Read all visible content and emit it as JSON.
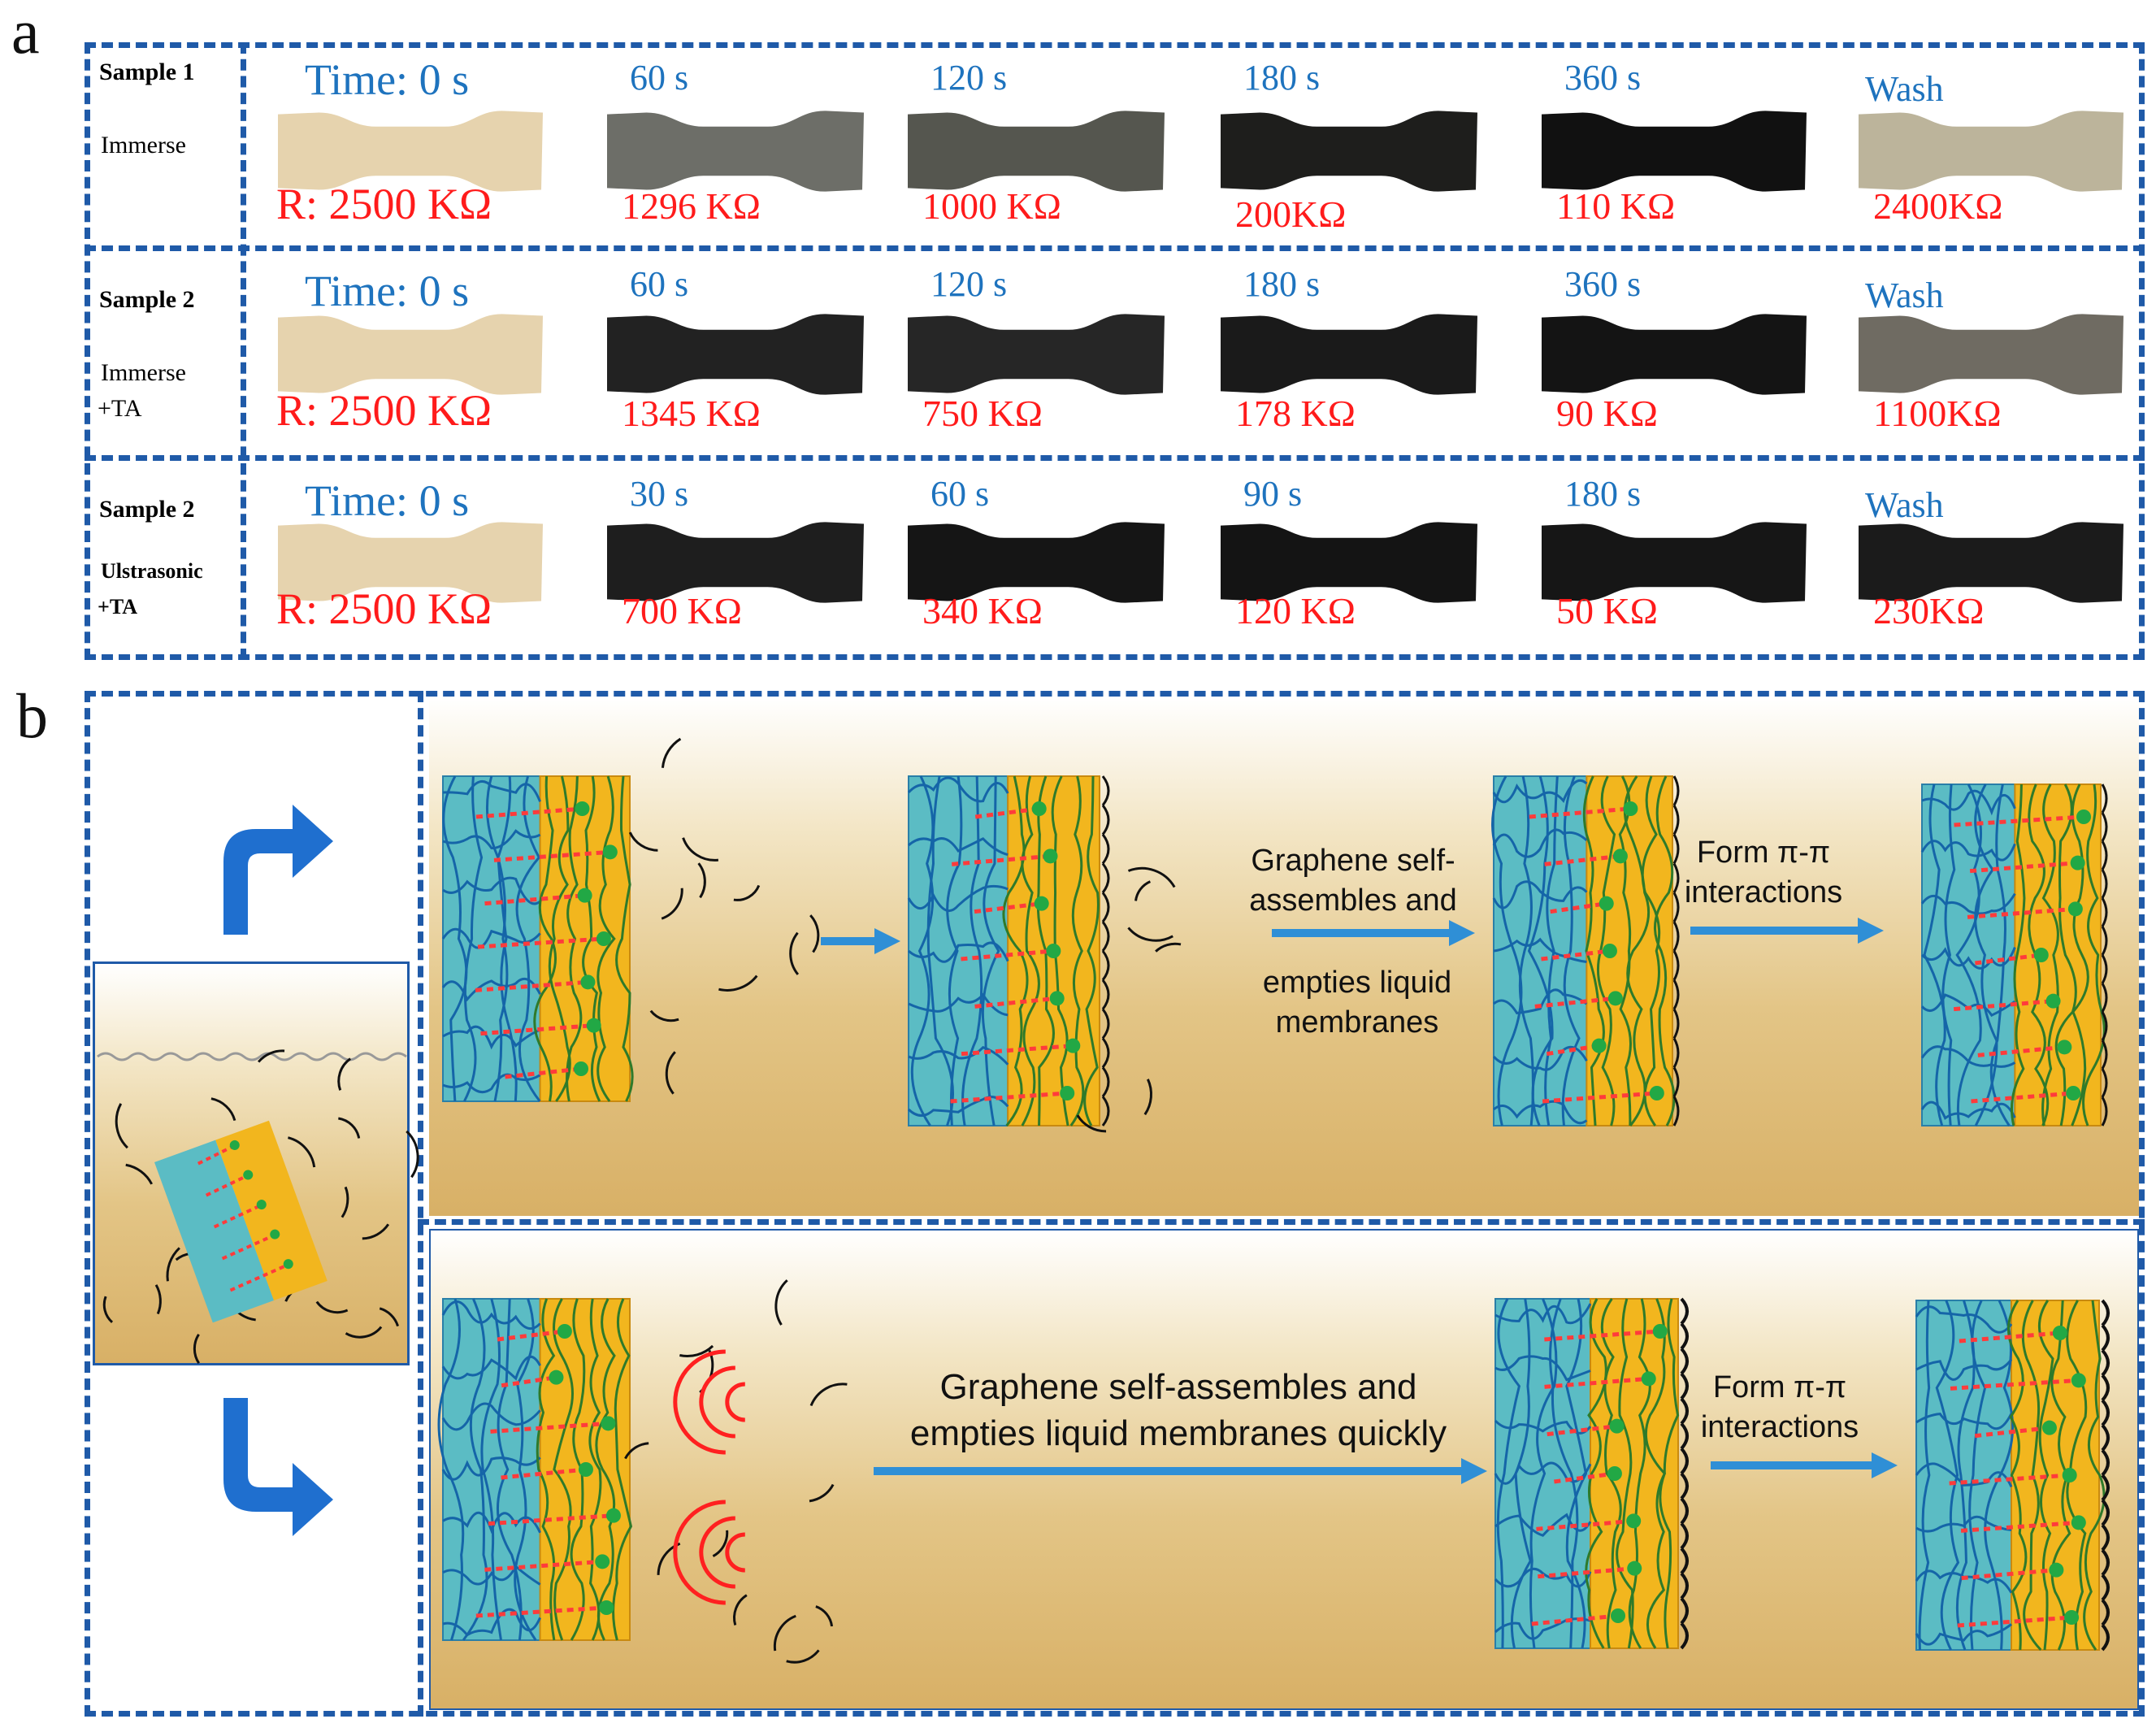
{
  "panel_a": {
    "letter": "a",
    "rows": [
      {
        "title": "Sample 1",
        "subtitle_lines": [
          "Immerse"
        ],
        "time_label": "Time:",
        "res_label": "R:",
        "samples": [
          {
            "time": "0 s",
            "r": "2500 KΩ",
            "color": "#e6d3ae"
          },
          {
            "time": "60 s",
            "r": "1296 KΩ",
            "color": "#6d6e68"
          },
          {
            "time": "120 s",
            "r": "1000 KΩ",
            "color": "#55564f"
          },
          {
            "time": "180 s",
            "r": "200KΩ",
            "color": "#1e1e1c"
          },
          {
            "time": "360 s",
            "r": "110 KΩ",
            "color": "#111111"
          },
          {
            "time": "Wash",
            "r": "2400KΩ",
            "color": "#bcb49b"
          }
        ]
      },
      {
        "title": "Sample 2",
        "subtitle_lines": [
          "Immerse",
          "+TA"
        ],
        "time_label": "Time:",
        "res_label": "R:",
        "samples": [
          {
            "time": "0 s",
            "r": "2500 KΩ",
            "color": "#e6d3ae"
          },
          {
            "time": "60 s",
            "r": "1345 KΩ",
            "color": "#222222"
          },
          {
            "time": "120 s",
            "r": "750 KΩ",
            "color": "#262626"
          },
          {
            "time": "180 s",
            "r": "178 KΩ",
            "color": "#1a1a1a"
          },
          {
            "time": "360 s",
            "r": "90 KΩ",
            "color": "#141414"
          },
          {
            "time": "Wash",
            "r": "1100KΩ",
            "color": "#6f6b62"
          }
        ]
      },
      {
        "title": "Sample 2",
        "subtitle_lines": [
          "Ulstrasonic",
          "+TA"
        ],
        "time_label": "Time:",
        "res_label": "R:",
        "samples": [
          {
            "time": "0 s",
            "r": "2500 KΩ",
            "color": "#e6d3ae"
          },
          {
            "time": "30 s",
            "r": "700 KΩ",
            "color": "#1e1e1e"
          },
          {
            "time": "60 s",
            "r": "340 KΩ",
            "color": "#151515"
          },
          {
            "time": "90 s",
            "r": "120 KΩ",
            "color": "#141414"
          },
          {
            "time": "180 s",
            "r": "50 KΩ",
            "color": "#161616"
          },
          {
            "time": "Wash",
            "r": "230KΩ",
            "color": "#1b1b1b"
          }
        ]
      }
    ]
  },
  "panel_b": {
    "letter": "b",
    "top_step1": "Graphene self-assembles and empties liquid membranes",
    "top_step1_lines": [
      "Graphene self-",
      "assembles and",
      "empties liquid",
      "membranes"
    ],
    "top_step2_lines": [
      "Form π-π",
      "interactions"
    ],
    "bottom_step1_lines": [
      "Graphene self-assembles and",
      "empties liquid membranes quickly"
    ],
    "bottom_step2_lines": [
      "Form π-π",
      "interactions"
    ]
  },
  "colors": {
    "dash": "#1f5aa8",
    "time_text": "#1e73be",
    "resistance_text": "#ff1b1b",
    "arrow": "#2f8fd6",
    "big_arrow": "#1f6fcf",
    "hydrogel": "#5bbcc4",
    "coating": "#f2b61e",
    "crosslink": "#ff3b3b",
    "node": "#22a845"
  },
  "icons": [
    "curved-arrow-up-right-icon",
    "curved-arrow-down-right-icon",
    "ultrasonic-wave-icon",
    "process-arrow-icon"
  ]
}
